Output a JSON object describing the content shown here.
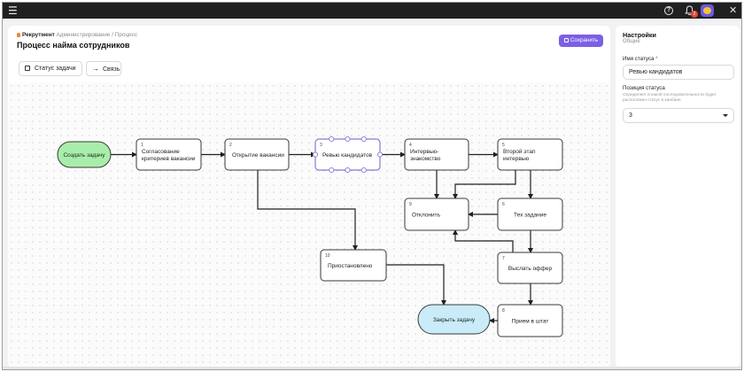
{
  "topbar": {
    "menu_icon": "hamburger-menu-icon",
    "help_icon": "help-circle-icon",
    "bell_icon": "bell-icon",
    "notifications_count": "2",
    "avatar": "duck-avatar",
    "close_icon": "close-icon",
    "colors": {
      "background": "#202020",
      "badge": "#e0463b",
      "avatar_bg": "#6c59e0"
    }
  },
  "header": {
    "breadcrumb": {
      "brand": "Рекрутмент",
      "section": "Администрирование",
      "separator": "/",
      "page": "Процесс"
    },
    "title": "Процесс найма сотрудников",
    "save_label": "Сохранить",
    "save_color": "#7b5fe6"
  },
  "toolbar": {
    "status_label": "Статус задачи",
    "link_label": "Связь"
  },
  "flow": {
    "nodes": [
      {
        "id": "start",
        "num": "",
        "label": [
          "Создать задачу"
        ],
        "shape": "pill",
        "fill": "#a8eeaa"
      },
      {
        "id": "n1",
        "num": "1",
        "label": [
          "Согласование",
          "критериев вакансии"
        ],
        "shape": "box"
      },
      {
        "id": "n2",
        "num": "2",
        "label": [
          "Открытие вакансии"
        ],
        "shape": "box"
      },
      {
        "id": "n3",
        "num": "3",
        "label": [
          "Ревью кандидатов"
        ],
        "shape": "box",
        "selected": true
      },
      {
        "id": "n4",
        "num": "4",
        "label": [
          "Интервью-",
          "знакомство"
        ],
        "shape": "box"
      },
      {
        "id": "n5",
        "num": "5",
        "label": [
          "Второй этап",
          "интервью"
        ],
        "shape": "box"
      },
      {
        "id": "n6",
        "num": "6",
        "label": [
          "Тех задание"
        ],
        "shape": "box"
      },
      {
        "id": "n7",
        "num": "7",
        "label": [
          "Выслать оффер"
        ],
        "shape": "box"
      },
      {
        "id": "n8",
        "num": "8",
        "label": [
          "Прием в штат"
        ],
        "shape": "box"
      },
      {
        "id": "n9",
        "num": "9",
        "label": [
          "Отклонить"
        ],
        "shape": "box"
      },
      {
        "id": "n10",
        "num": "10",
        "label": [
          "Приостановлено"
        ],
        "shape": "box"
      },
      {
        "id": "end",
        "num": "",
        "label": [
          "Закрыть задачу"
        ],
        "shape": "pill",
        "fill": "#c9ecf8"
      }
    ],
    "edges": [
      [
        "start",
        "n1"
      ],
      [
        "n1",
        "n2"
      ],
      [
        "n2",
        "n3"
      ],
      [
        "n3",
        "n4"
      ],
      [
        "n4",
        "n5"
      ],
      [
        "n4",
        "n9"
      ],
      [
        "n5",
        "n9"
      ],
      [
        "n5",
        "n6"
      ],
      [
        "n6",
        "n9"
      ],
      [
        "n6",
        "n7"
      ],
      [
        "n7",
        "n9"
      ],
      [
        "n7",
        "n8"
      ],
      [
        "n8",
        "end"
      ],
      [
        "n10",
        "end"
      ],
      [
        "n2",
        "n10"
      ]
    ],
    "colors": {
      "node_border": "#3a3a3a",
      "selected_border": "#8a78d8",
      "edge": "#1f1f1f"
    }
  },
  "panel": {
    "title": "Настройки",
    "subtitle": "Общие",
    "status_name_label": "Имя статуса",
    "required_mark": "*",
    "status_name_value": "Ревью кандидатов",
    "position_label": "Позиция статуса",
    "position_hint": "Определяет в какой последовательности будет расположен статус в канбане",
    "position_value": "3"
  }
}
